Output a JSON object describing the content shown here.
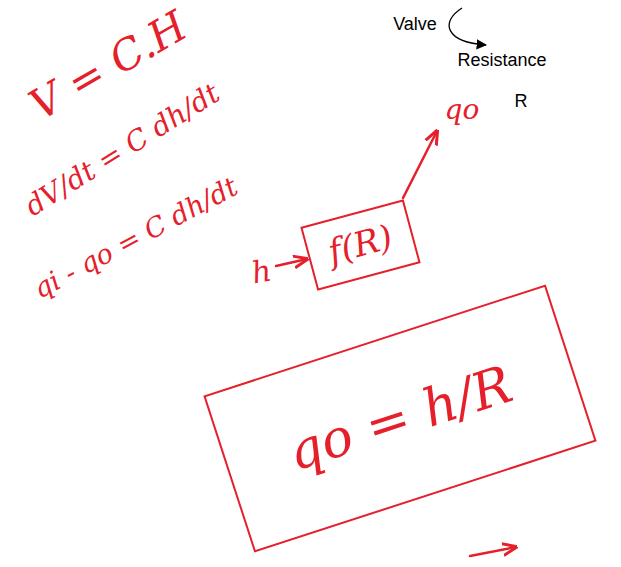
{
  "diagram": {
    "nodes": [
      {
        "text": [
          "f(R)"
        ]
      },
      {
        "text": [
          "qo = h/R"
        ]
      }
    ],
    "labels": [
      "Valve",
      "Resistance",
      "R",
      "V = C.H",
      "dV/dt = C dh/dt",
      "qi - qo = C dh/dt",
      "h",
      "qo"
    ]
  }
}
